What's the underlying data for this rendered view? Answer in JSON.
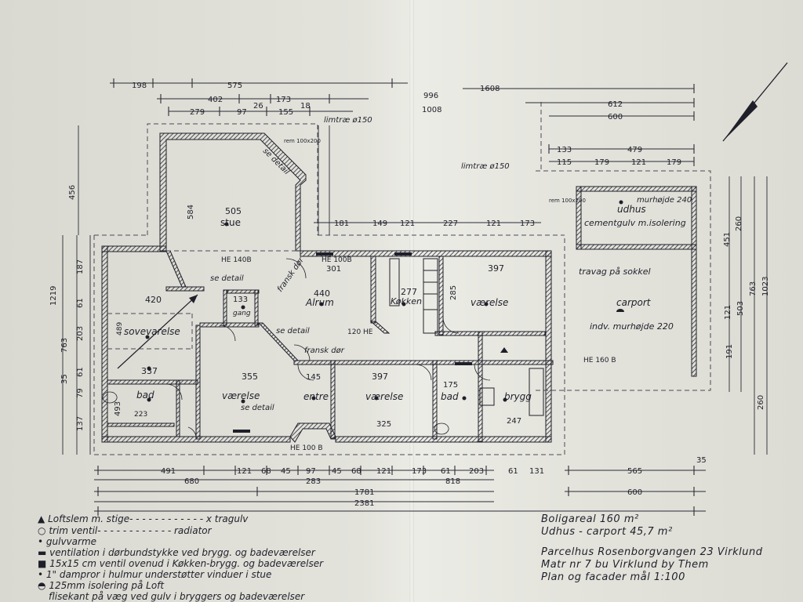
{
  "rooms": {
    "stue": {
      "area": "505",
      "name": "stue",
      "dim": "584"
    },
    "alrum": {
      "area": "440",
      "name": "Alrum",
      "dim": "301"
    },
    "kokken": {
      "area": "277",
      "name": "Køkken"
    },
    "vaerelse_ne": {
      "area": "397",
      "name": "værelse",
      "dim": "285"
    },
    "sovevaerelse": {
      "area": "420",
      "name": "sovevarelse",
      "dim": "489"
    },
    "gang": {
      "area": "133",
      "name": "gang"
    },
    "vaerelse_sw": {
      "area": "355",
      "name": "værelse",
      "sub": "se detail"
    },
    "entre": {
      "area": "145",
      "name": "entre"
    },
    "vaerelse_s": {
      "area": "397",
      "name": "værelse",
      "dim": "325"
    },
    "bad_w": {
      "area": "337",
      "name": "bad",
      "dim": "223"
    },
    "bad_e": {
      "area": "175",
      "name": "bad"
    },
    "brygg": {
      "area": "247",
      "name": "brygg"
    },
    "carport": {
      "name": "carport",
      "note": "indv. murhøjde 220"
    },
    "udhus": {
      "name": "udhus",
      "note1": "murhøjde 240",
      "note2": "cementgulv m.isolering"
    }
  },
  "annotations": {
    "limtra1": "limtræ ø150",
    "limtra2": "limtræ ø150",
    "rem1": "rem 100x200",
    "rem2": "rem 100x200",
    "se_detail": "se detail",
    "fransk_dor": "fransk dør",
    "he140": "HE 140B",
    "he100a": "HE 100B",
    "he100b": "HE 100 B",
    "he160": "HE 160 B",
    "travag": "travag på sokkel",
    "temp_120": "120 HE"
  },
  "dims_top": [
    "198",
    "575",
    "402",
    "173",
    "26",
    "279",
    "97",
    "155",
    "18",
    "996",
    "1008",
    "1608",
    "612",
    "600",
    "133",
    "479",
    "115",
    "179",
    "121",
    "179"
  ],
  "dims_mid": [
    "181",
    "149",
    "121",
    "227",
    "121",
    "173"
  ],
  "dims_bottom": [
    "491",
    "121",
    "68",
    "45",
    "97",
    "45",
    "68",
    "121",
    "173",
    "61",
    "203",
    "61",
    "131",
    "565",
    "35",
    "680",
    "283",
    "818",
    "600",
    "1781",
    "2381"
  ],
  "dims_left": [
    "456",
    "1219",
    "763",
    "187",
    "61",
    "203",
    "35",
    "79",
    "61",
    "137",
    "493"
  ],
  "dims_right": [
    "260",
    "451",
    "763",
    "1023",
    "503",
    "121",
    "191",
    "260"
  ],
  "legend": [
    "Loftslem m. stige- - - - - - - - - - - - x  tragulv",
    "trim ventil- - - - - - - - - - - -  radiator",
    "gulvvarme",
    "ventilation i dørbundstykke ved brygg. og badeværelser",
    "15x15 cm ventil ovenud i Køkken-brygg. og badeværelser",
    "1\" dampror i hulmur understøtter vinduer i stue",
    "125mm isolering på Loft",
    "flisekant på væg ved gulv i bryggers og badeværelser"
  ],
  "info": {
    "boligareal": "Boligareal 160 m²",
    "udhus": "Udhus - carport  45,7 m²",
    "address": "Parcelhus Rosenborgvangen 23 Virklund",
    "matr": "Matr nr  7 bu  Virklund by Them",
    "plan": "Plan og facader  mål  1:100"
  },
  "colors": {
    "ink": "#1f1f2a",
    "paper": "#e3e3dc",
    "wall": "#2a2a35"
  }
}
